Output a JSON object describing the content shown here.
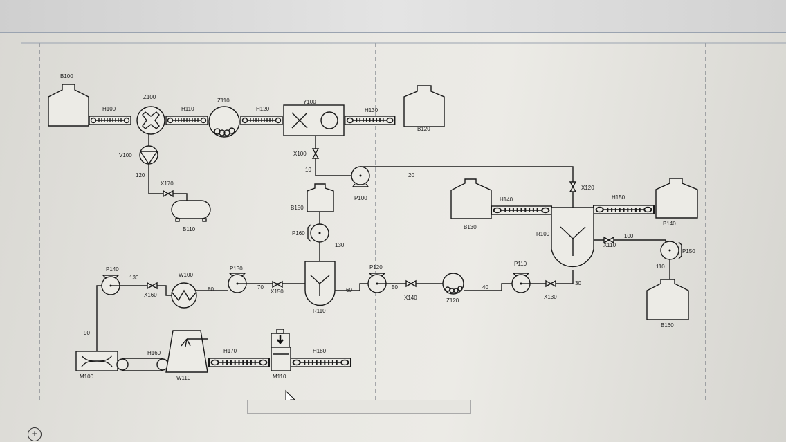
{
  "equipment": {
    "B100": "B100",
    "B110": "B110",
    "B120": "B120",
    "B130": "B130",
    "B140": "B140",
    "B150": "B150",
    "B160": "B160",
    "H100": "H100",
    "H110": "H110",
    "H120": "H120",
    "H130": "H130",
    "H140": "H140",
    "H150": "H150",
    "H160": "H160",
    "H170": "H170",
    "H180": "H180",
    "Z100": "Z100",
    "Z110": "Z110",
    "Z120": "Z120",
    "Y100": "Y100",
    "V100": "V100",
    "X100": "X100",
    "X110": "X110",
    "X120": "X120",
    "X130": "X130",
    "X140": "X140",
    "X150": "X150",
    "X160": "X160",
    "X170": "X170",
    "P100": "P100",
    "P110": "P110",
    "P120": "P120",
    "P130": "P130",
    "P140": "P140",
    "P150": "P150",
    "P160": "P160",
    "R100": "R100",
    "R110": "R110",
    "W100": "W100",
    "W110": "W110",
    "M100": "M100",
    "M110": "M110"
  },
  "lines": {
    "l10": "10",
    "l20": "20",
    "l30": "30",
    "l40": "40",
    "l50": "50",
    "l60": "60",
    "l70": "70",
    "l80": "80",
    "l90": "90",
    "l100": "100",
    "l110": "110",
    "l120": "120",
    "l130a": "130",
    "l130b": "130"
  },
  "ui": {
    "add_icon": "+"
  }
}
